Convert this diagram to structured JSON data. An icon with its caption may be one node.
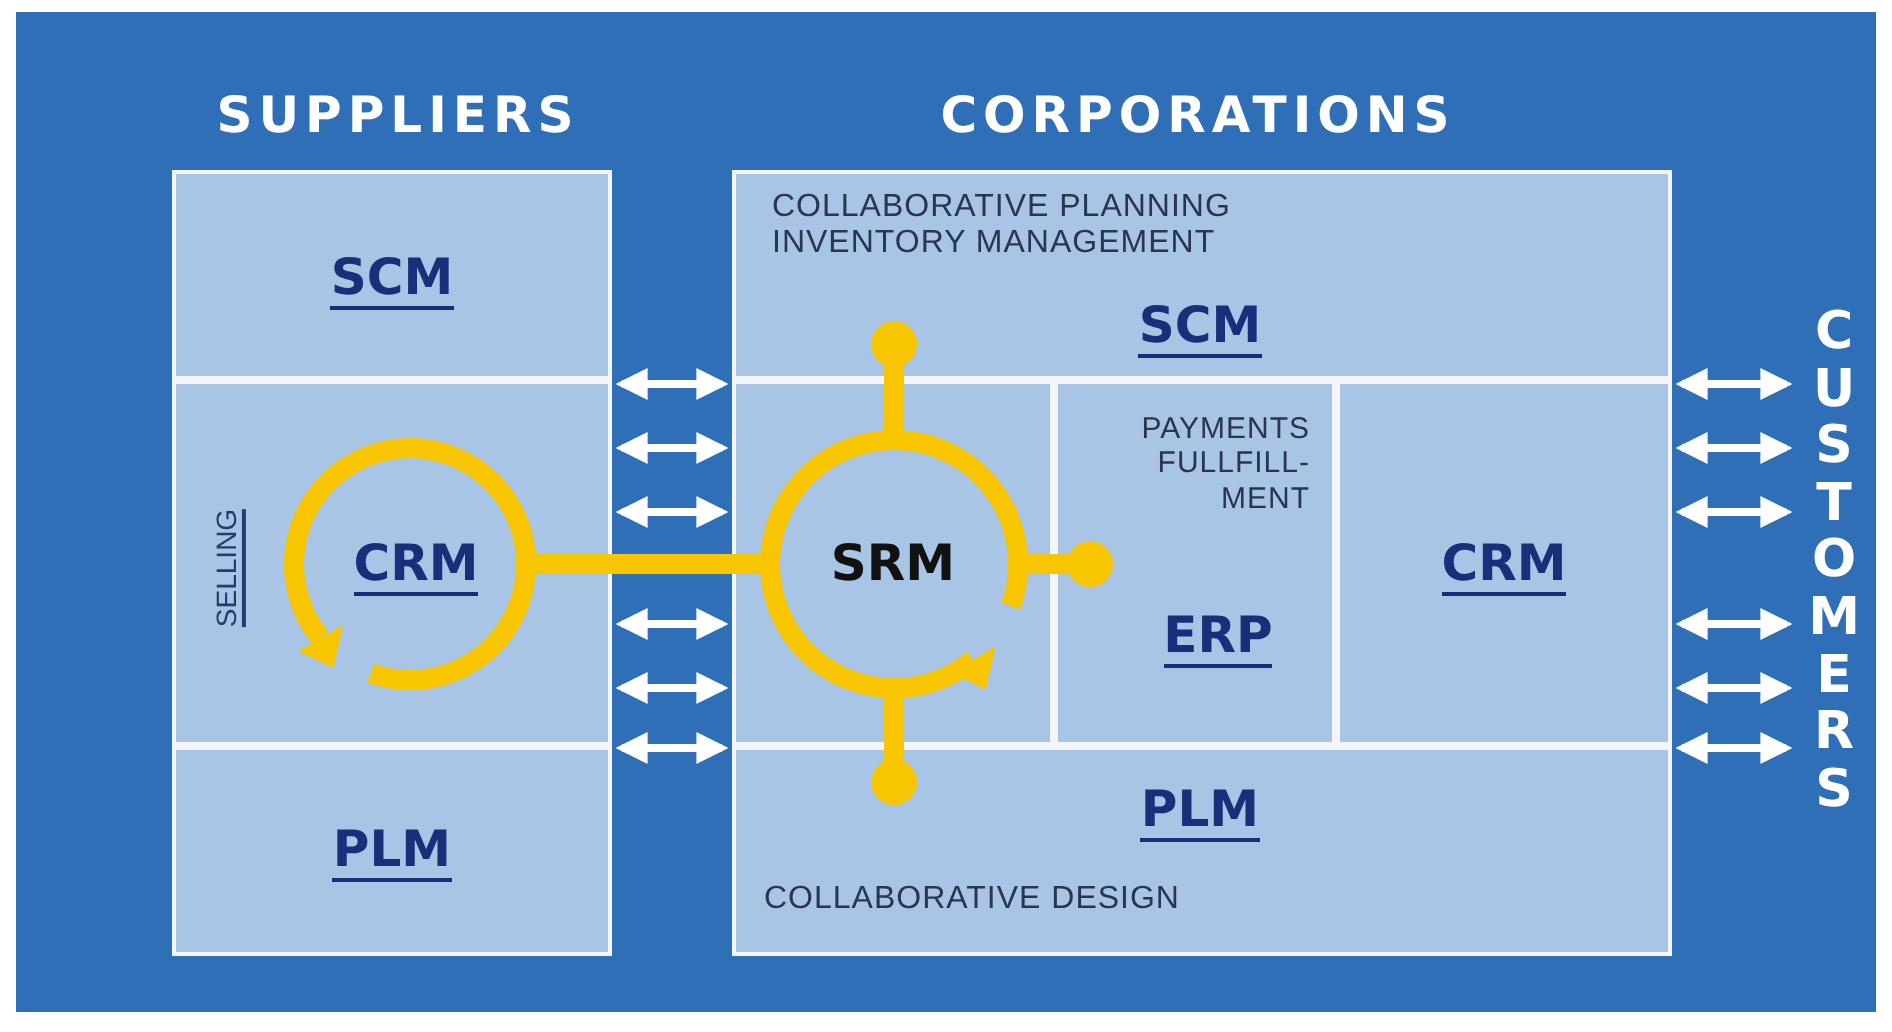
{
  "diagram": {
    "nodes": [
      {
        "text": [
          "SUPPLIERS"
        ]
      },
      {
        "text": [
          "SCM"
        ],
        "in": 0
      },
      {
        "text": [
          "SELLING",
          "CRM"
        ],
        "in": 0
      },
      {
        "text": [
          "PLM"
        ],
        "in": 0
      },
      {
        "text": [
          "CORPORATIONS"
        ]
      },
      {
        "text": [
          "COLLABORATIVE PLANNING INVENTORY MANAGEMENT",
          "SCM"
        ],
        "in": 4
      },
      {
        "text": [
          "SRM"
        ],
        "in": 4
      },
      {
        "text": [
          "PAYMENTS FULLFILL- MENT",
          "ERP"
        ],
        "in": 4
      },
      {
        "text": [
          "CRM"
        ],
        "in": 4
      },
      {
        "text": [
          "PLM",
          "COLLABORATIVE DESIGN"
        ],
        "in": 4
      },
      {
        "text": [
          "CUSTOMERS"
        ]
      }
    ],
    "edges": [
      {
        "from": 2,
        "to": 6,
        "arrow": "none",
        "style": "thick",
        "color": "#f7c600"
      },
      {
        "from": 6,
        "to": 5,
        "arrow": "other",
        "style": "thick",
        "color": "#f7c600"
      },
      {
        "from": 6,
        "to": 7,
        "arrow": "other",
        "style": "thick",
        "color": "#f7c600"
      },
      {
        "from": 6,
        "to": 9,
        "arrow": "other",
        "style": "thick",
        "color": "#f7c600"
      },
      {
        "from": 2,
        "to": 6,
        "arrow": "both"
      },
      {
        "from": 2,
        "to": 6,
        "arrow": "both"
      },
      {
        "from": 2,
        "to": 6,
        "arrow": "both"
      },
      {
        "from": 2,
        "to": 6,
        "arrow": "both"
      },
      {
        "from": 2,
        "to": 6,
        "arrow": "both"
      },
      {
        "from": 2,
        "to": 6,
        "arrow": "both"
      },
      {
        "from": 8,
        "to": 10,
        "arrow": "both"
      },
      {
        "from": 8,
        "to": 10,
        "arrow": "both"
      },
      {
        "from": 8,
        "to": 10,
        "arrow": "both"
      },
      {
        "from": 8,
        "to": 10,
        "arrow": "both"
      },
      {
        "from": 8,
        "to": 10,
        "arrow": "both"
      },
      {
        "from": 8,
        "to": 10,
        "arrow": "both"
      }
    ]
  }
}
